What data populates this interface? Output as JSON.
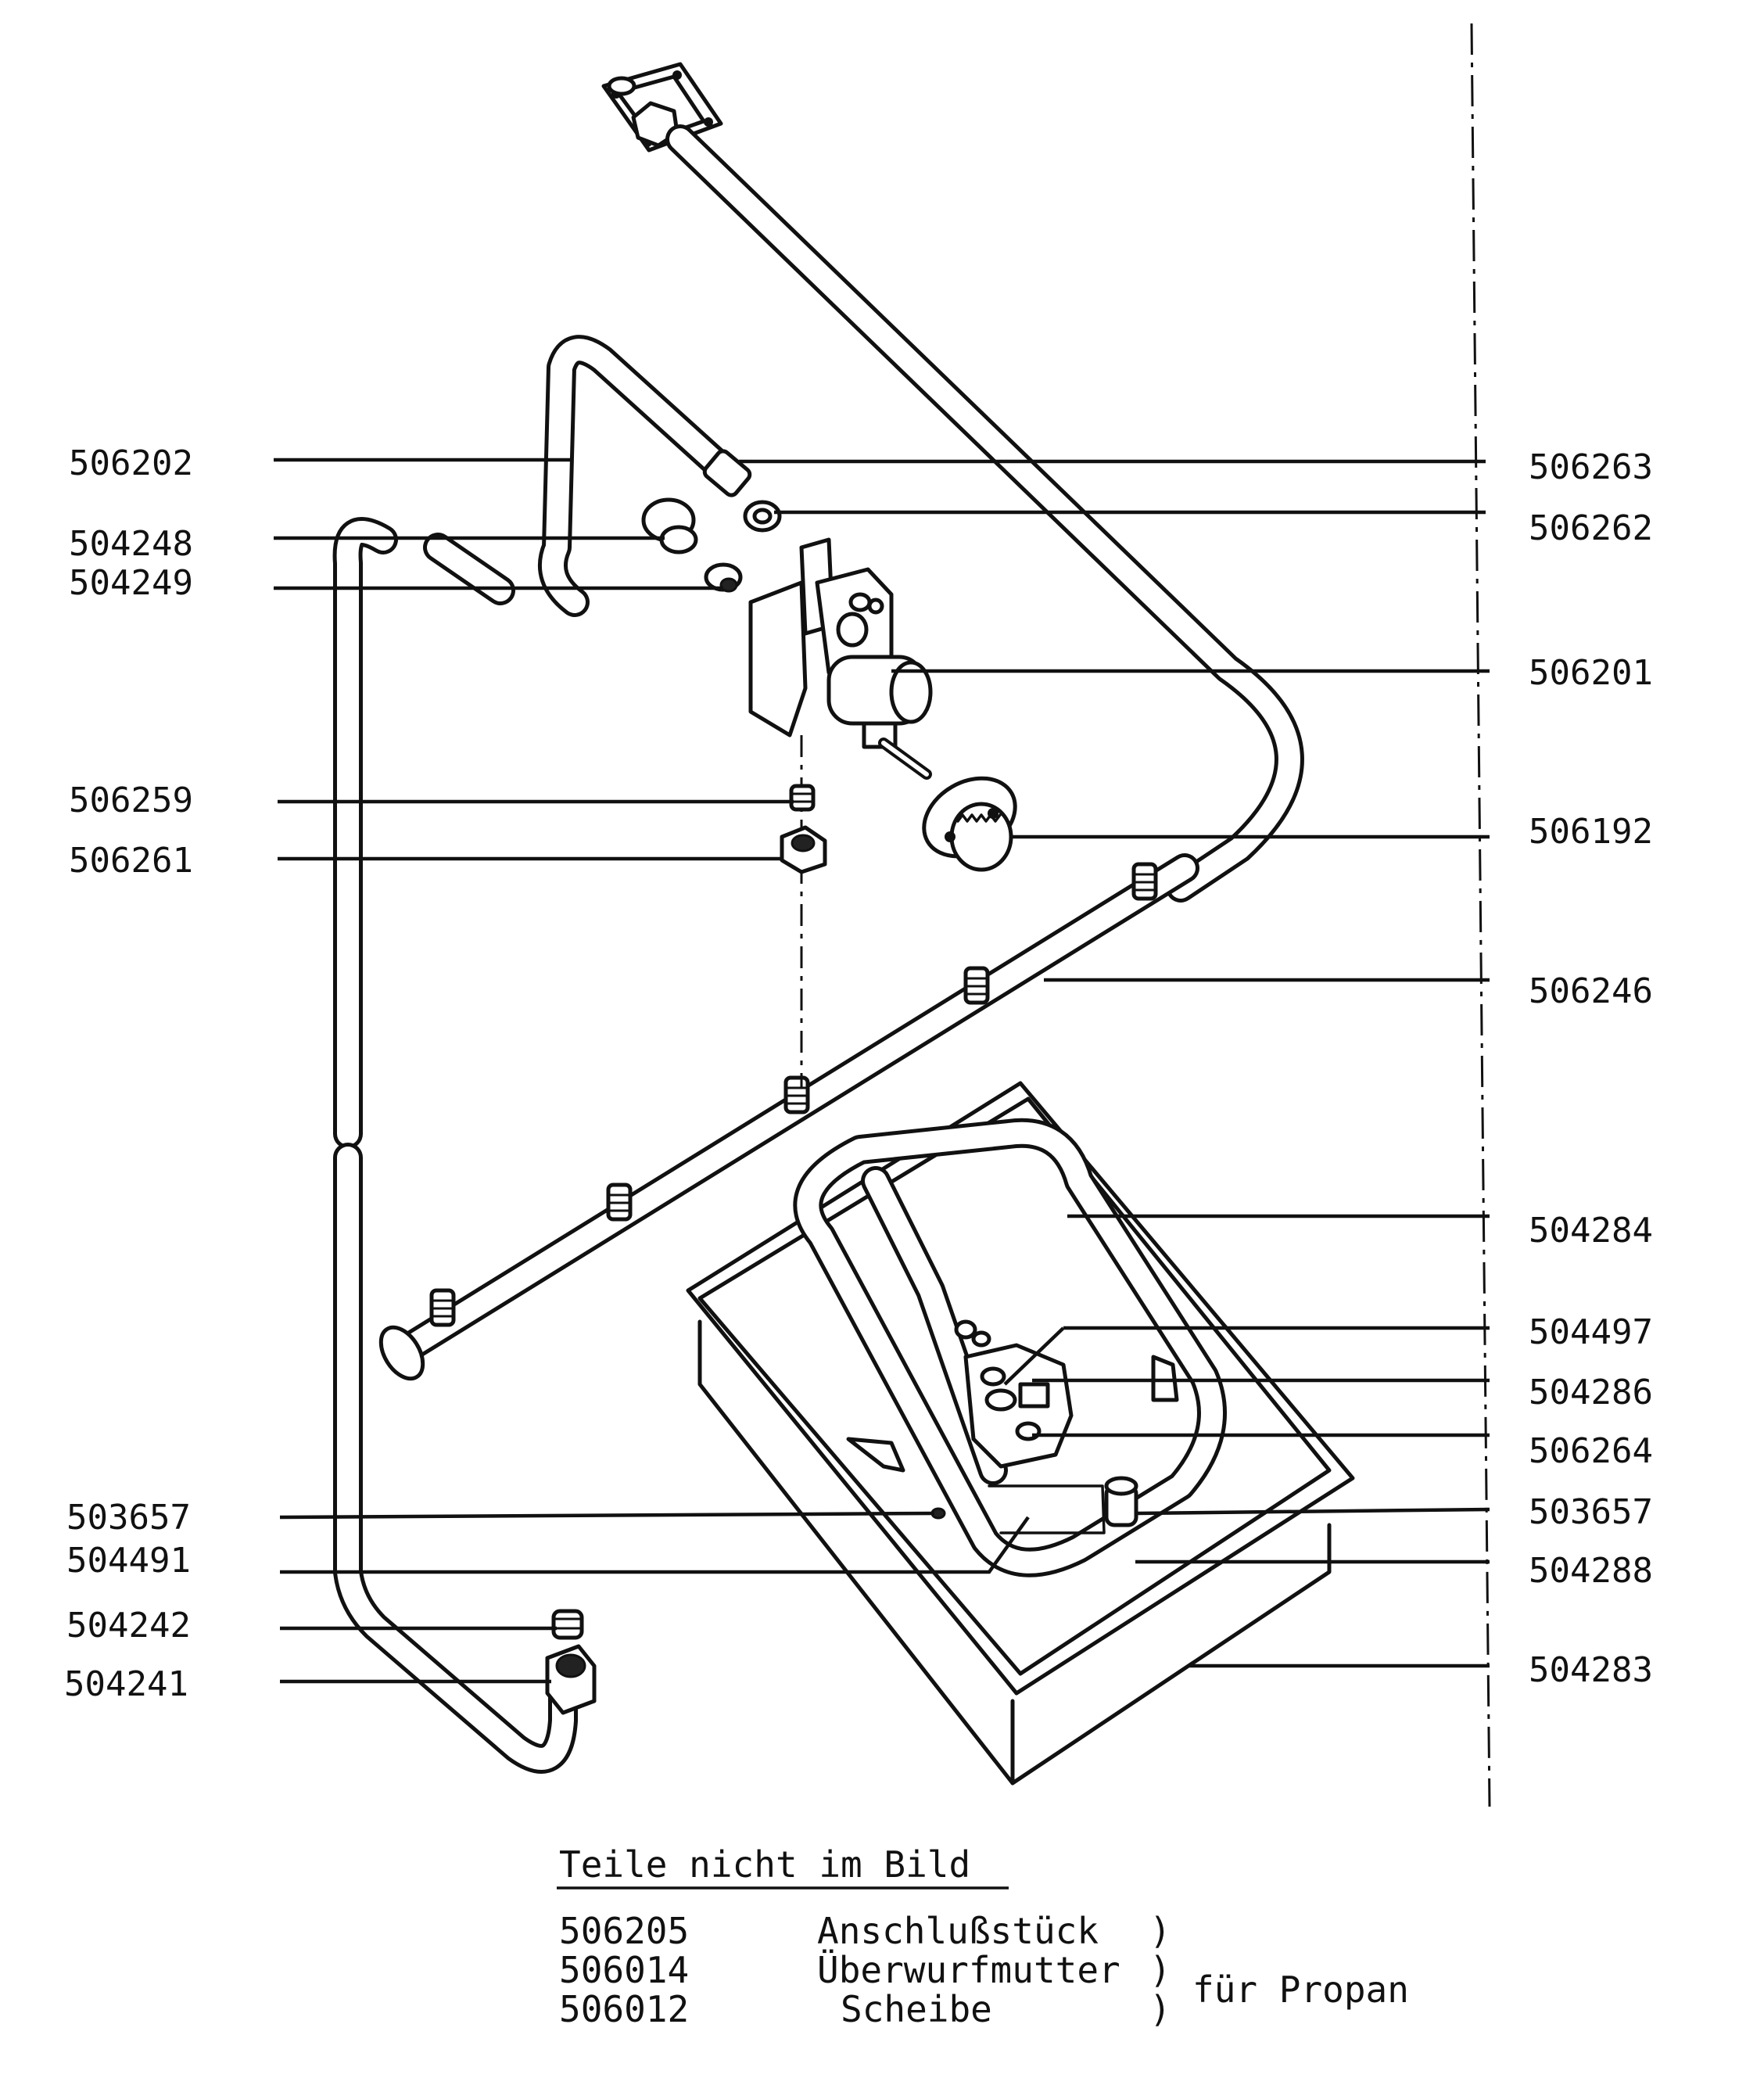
{
  "labels_left": [
    "506202",
    "504248",
    "504249",
    "506259",
    "506261",
    "503657",
    "504491",
    "504242",
    "504241"
  ],
  "labels_right": [
    "506263",
    "506262",
    "506201",
    "506192",
    "506246",
    "504284",
    "504497",
    "504286",
    "506264",
    "503657",
    "504288",
    "504283"
  ],
  "footer": {
    "heading": "Teile nicht im Bild",
    "rows": [
      {
        "code": "506205",
        "name": "Anschlußstück",
        "paren": ")"
      },
      {
        "code": "506014",
        "name": "Überwurfmutter",
        "paren": ")"
      },
      {
        "code": "506012",
        "name": "Scheibe",
        "paren": ")"
      }
    ],
    "note": "für Propan"
  }
}
